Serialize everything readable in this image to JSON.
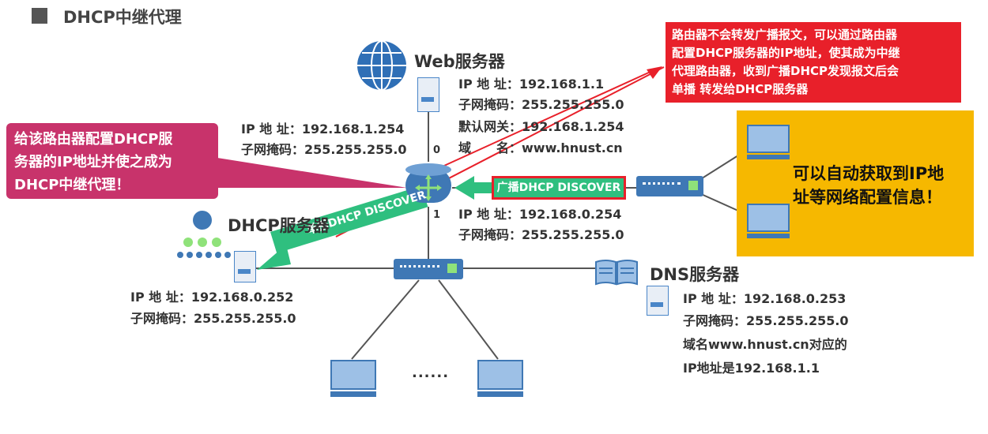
{
  "title": "DHCP中继代理",
  "web_server": {
    "name": "Web服务器",
    "ip": "IP 地 址：192.168.1.1",
    "mask": "子网掩码：255.255.255.0",
    "gateway": "默认网关：192.168.1.254",
    "domain": "域　　名：www.hnust.cn"
  },
  "router": {
    "if0_label": "0",
    "if1_label": "1",
    "if0_ip": "IP 地 址：192.168.1.254",
    "if0_mask": "子网掩码：255.255.255.0",
    "if1_ip": "IP 地 址：192.168.0.254",
    "if1_mask": "子网掩码：255.255.255.0"
  },
  "dhcp_server": {
    "name": "DHCP服务器",
    "ip": "IP 地 址：192.168.0.252",
    "mask": "子网掩码：255.255.255.0"
  },
  "dns_server": {
    "name": "DNS服务器",
    "ip": "IP 地 址：192.168.0.253",
    "mask": "子网掩码：255.255.255.0",
    "note_line1": "域名www.hnust.cn对应的",
    "note_line2": "IP地址是192.168.1.1"
  },
  "callout_left": {
    "line1": "给该路由器配置DHCP服",
    "line2": "务器的IP地址并使之成为",
    "line3": "DHCP中继代理！"
  },
  "callout_top": {
    "line1": "路由器不会转发广播报文，可以通过路由器",
    "line2": "配置DHCP服务器的IP地址，使其成为中继",
    "line3": "代理路由器，收到广播DHCP发现报文后会",
    "line4": "单播 转发给DHCP服务器"
  },
  "broadcast_arrow": "广播DHCP DISCOVER",
  "unicast_arrow": "单播DHCP DISCOVER",
  "auto_box": {
    "line1": "可以自动获取到IP地",
    "line2": "址等网络配置信息！"
  },
  "ellipsis": "......",
  "colors": {
    "accent_red": "#e8202a",
    "pink_callout": "#c8336b",
    "arrow_green": "#2fbf7f",
    "yellow_box": "#f6b800",
    "device_blue": "#4a86c8"
  }
}
